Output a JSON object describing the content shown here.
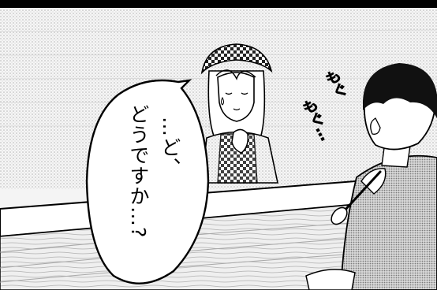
{
  "speech_bubble": {
    "line1": "…ど、",
    "line2": "どうですか…?"
  },
  "sound_effects": {
    "first": "もぐ",
    "second": "もぐ…"
  },
  "colors": {
    "ink": "#000000",
    "paper": "#ffffff",
    "screentone": "#bfbfbf"
  }
}
